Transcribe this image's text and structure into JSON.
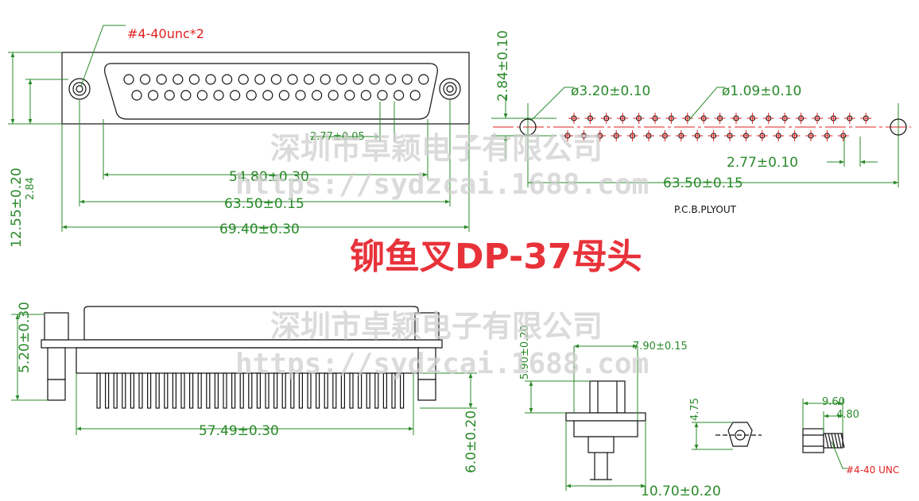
{
  "title": "铆鱼叉DP-37母头",
  "watermark": {
    "company": "深圳市卓颖电子有限公司",
    "url": "https://sydzcai.1688.com"
  },
  "front_view": {
    "thread_label": "#4-40unc*2",
    "pin_pitch": "2.77±0.05",
    "inner_width": "54.80±0.30",
    "hole_spacing": "63.50±0.15",
    "overall_width": "69.40±0.30",
    "overall_height": "12.55±0.20",
    "side_height": "2.84"
  },
  "pcb_layout": {
    "label": "P.C.B.PLYOUT",
    "mount_hole": "ø3.20±0.10",
    "pin_hole": "ø1.09±0.10",
    "row_offset": "2.84±0.10",
    "pin_pitch": "2.77±0.10",
    "hole_spacing": "63.50±0.15"
  },
  "side_view": {
    "height": "5.20±0.30",
    "pin_span": "57.49±0.30",
    "pin_length": "6.0±0.20"
  },
  "end_view": {
    "height": "5.90±0.20",
    "width": "7.90±0.15",
    "base_width": "10.70±0.20"
  },
  "hex_nut": {
    "size": "4.75"
  },
  "screw": {
    "length": "9.60",
    "thread_length": "4.80",
    "thread_label": "#4-40 UNC"
  }
}
